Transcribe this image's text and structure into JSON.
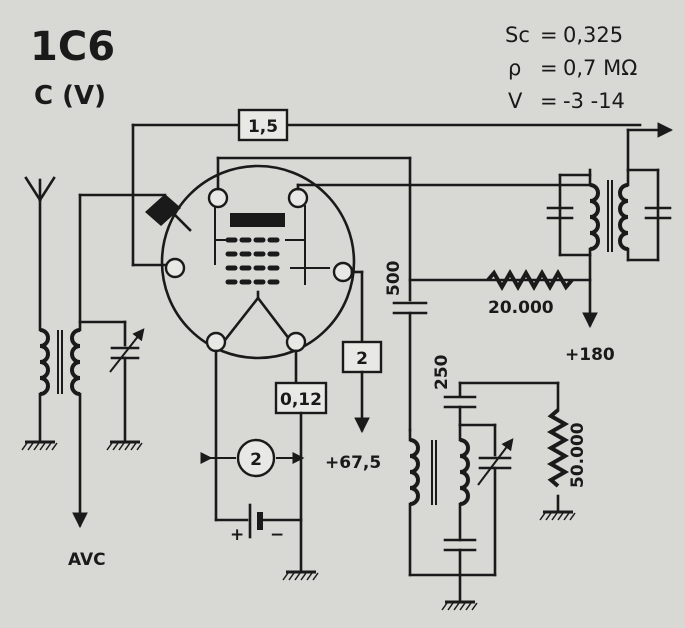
{
  "tube": {
    "type": "1C6",
    "subtitle": "C (V)"
  },
  "specs": [
    {
      "symbol": "Sc",
      "value": "0,325"
    },
    {
      "symbol": "ρ",
      "value": "0,7 MΩ"
    },
    {
      "symbol": "V",
      "value": "-3 -14"
    }
  ],
  "labels": {
    "grid_current": "1,5",
    "screen_current": "2",
    "grid_bias_current": "0,12",
    "filament_current": "2",
    "anode_voltage": "+180",
    "screen_voltage": "+67,5",
    "resistor_anode": "20.000",
    "resistor_grid": "50.000",
    "capacitor_anode": "500",
    "capacitor_grid": "250",
    "avc": "AVC",
    "battery_plus": "+",
    "battery_minus": "−"
  }
}
